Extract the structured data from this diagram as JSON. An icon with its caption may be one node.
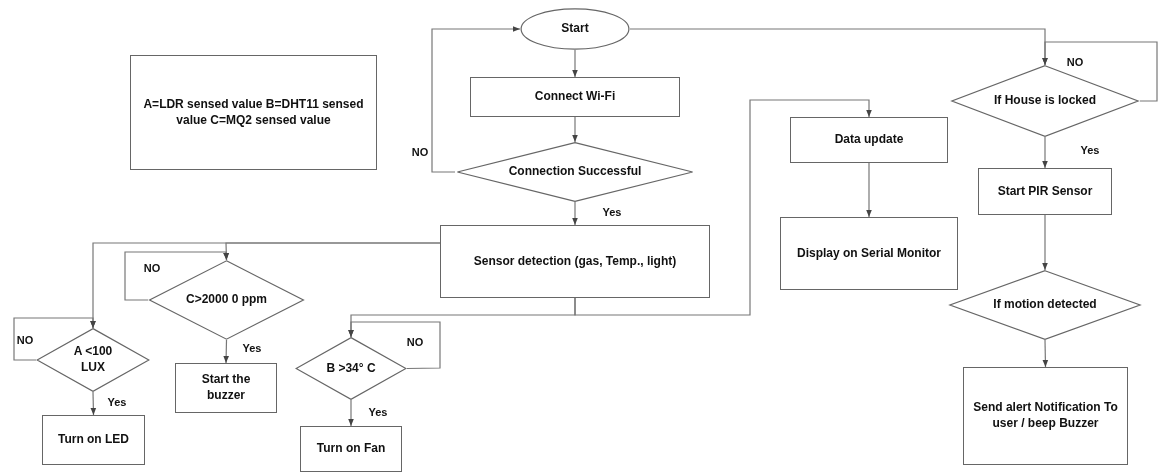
{
  "diagram": {
    "nodes": [
      {
        "text": [
          "A=LDR sensed value B=DHT11 sensed value C=MQ2 sensed value"
        ]
      },
      {
        "text": [
          "Start"
        ]
      },
      {
        "text": [
          "Connect Wi-Fi"
        ]
      },
      {
        "text": [
          "Connection Successful"
        ]
      },
      {
        "text": [
          "Sensor detection (gas,  Temp., light)"
        ]
      },
      {
        "text": [
          "C>2000 0 ppm"
        ]
      },
      {
        "text": [
          "A <100 LUX"
        ]
      },
      {
        "text": [
          "Start the buzzer"
        ]
      },
      {
        "text": [
          "B >34° C"
        ]
      },
      {
        "text": [
          "Turn on LED"
        ]
      },
      {
        "text": [
          "Turn on Fan"
        ]
      },
      {
        "text": [
          "Data update"
        ]
      },
      {
        "text": [
          "Display on Serial Monitor"
        ]
      },
      {
        "text": [
          "If House is locked"
        ]
      },
      {
        "text": [
          "Start PIR Sensor"
        ]
      },
      {
        "text": [
          "If motion detected"
        ]
      },
      {
        "text": [
          "Send alert Notification To user / beep Buzzer"
        ]
      }
    ],
    "edges": [
      {
        "from": 1,
        "to": 2,
        "arrow": "to"
      },
      {
        "from": 2,
        "to": 3,
        "arrow": "to"
      },
      {
        "from": 3,
        "to": 4,
        "arrow": "to",
        "label": "Yes"
      },
      {
        "from": 3,
        "to": 1,
        "arrow": "to",
        "label": "NO"
      },
      {
        "from": 1,
        "to": 13,
        "arrow": "to"
      },
      {
        "from": 13,
        "to": 13,
        "arrow": "to",
        "label": "NO"
      },
      {
        "from": 13,
        "to": 14,
        "arrow": "to",
        "label": "Yes"
      },
      {
        "from": 14,
        "to": 15,
        "arrow": "to"
      },
      {
        "from": 15,
        "to": 16,
        "arrow": "to"
      },
      {
        "from": 4,
        "to": 11,
        "arrow": "to"
      },
      {
        "from": 11,
        "to": 12,
        "arrow": "to"
      },
      {
        "from": 4,
        "to": 5,
        "arrow": "to"
      },
      {
        "from": 5,
        "to": 5,
        "arrow": "to",
        "label": "NO"
      },
      {
        "from": 4,
        "to": 6,
        "arrow": "to"
      },
      {
        "from": 6,
        "to": 6,
        "arrow": "to",
        "label": "NO"
      },
      {
        "from": 5,
        "to": 7,
        "arrow": "to",
        "label": "Yes"
      },
      {
        "from": 6,
        "to": 9,
        "arrow": "to",
        "label": "Yes"
      },
      {
        "from": 4,
        "to": 8,
        "arrow": "to"
      },
      {
        "from": 8,
        "to": 8,
        "arrow": "to",
        "label": "NO"
      },
      {
        "from": 8,
        "to": 10,
        "arrow": "to",
        "label": "Yes"
      }
    ]
  }
}
